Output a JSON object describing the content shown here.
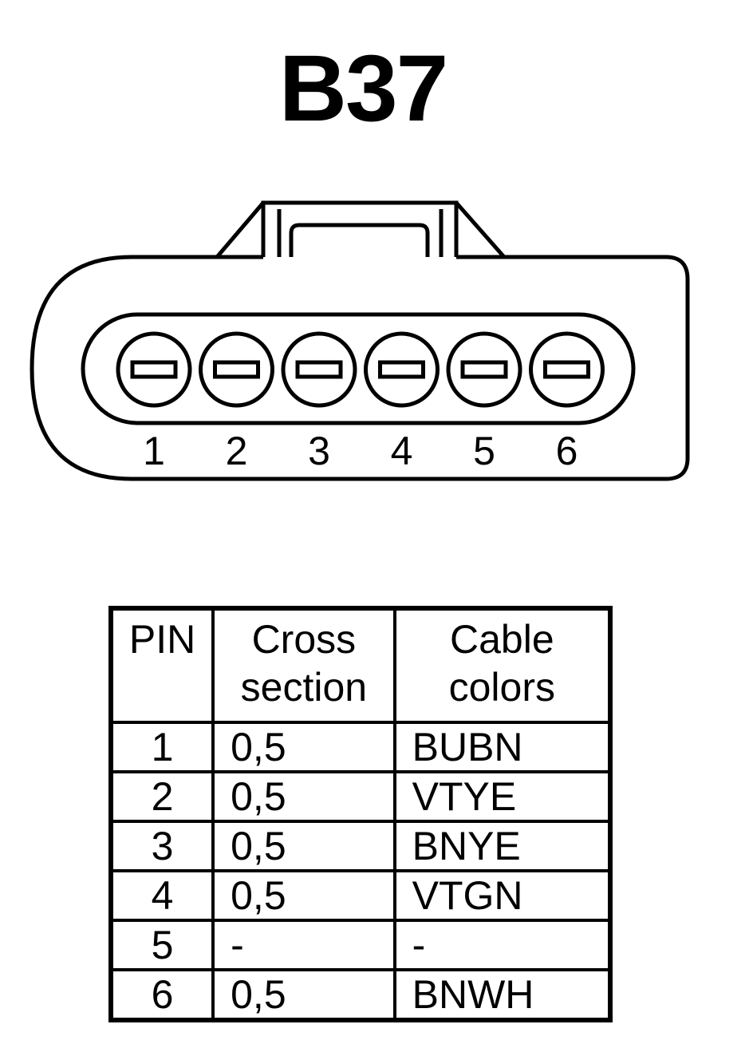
{
  "connector": {
    "title": "B37",
    "pins": [
      "1",
      "2",
      "3",
      "4",
      "5",
      "6"
    ]
  },
  "table": {
    "headers": {
      "pin": "PIN",
      "cross_section": [
        "Cross",
        "section"
      ],
      "cable_colors": [
        "Cable",
        "colors"
      ]
    },
    "rows": [
      {
        "pin": "1",
        "cross_section": "0,5",
        "color": "BUBN"
      },
      {
        "pin": "2",
        "cross_section": "0,5",
        "color": "VTYE"
      },
      {
        "pin": "3",
        "cross_section": "0,5",
        "color": "BNYE"
      },
      {
        "pin": "4",
        "cross_section": "0,5",
        "color": "VTGN"
      },
      {
        "pin": "5",
        "cross_section": "-",
        "color": "-"
      },
      {
        "pin": "6",
        "cross_section": "0,5",
        "color": "BNWH"
      }
    ]
  }
}
